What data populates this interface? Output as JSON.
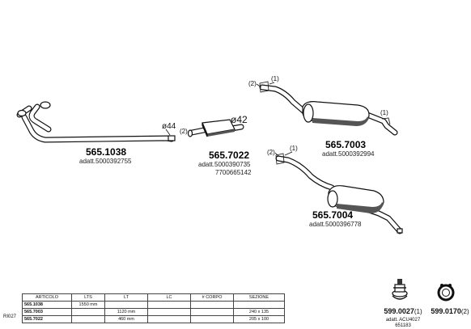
{
  "parts": [
    {
      "code": "565.1038",
      "adatt_label": "adatt.",
      "adatt": "5000392755",
      "diameters": [
        "ø44"
      ]
    },
    {
      "code": "565.7022",
      "adatt_label": "adatt.",
      "adatt": "5000390735",
      "extra_ref": "7700665142",
      "diameters": [
        "ø42"
      ],
      "callouts": [
        "(2)"
      ]
    },
    {
      "code": "565.7003",
      "adatt_label": "adatt.",
      "adatt": "5000392994",
      "callouts": [
        "(2)",
        "(1)",
        "(1)"
      ]
    },
    {
      "code": "565.7004",
      "adatt_label": "adatt.",
      "adatt": "5000396778",
      "callouts": [
        "(2)",
        "(1)"
      ]
    }
  ],
  "table": {
    "headers": [
      "ARTICOLO",
      "LTS",
      "LT",
      "LC",
      "# CORPO",
      "SEZIONE"
    ],
    "rows": [
      {
        "articolo": "565.1038",
        "lts": "1550 mm",
        "lt": "",
        "lc": "",
        "corpo": "",
        "sezione": ""
      },
      {
        "articolo": "565.7003",
        "lts": "",
        "lt": "1120 mm",
        "lc": "",
        "corpo": "",
        "sezione": "240 x 135"
      },
      {
        "articolo": "565.7022",
        "lts": "",
        "lt": "460 mm",
        "lc": "",
        "corpo": "",
        "sezione": "205 x 100"
      }
    ]
  },
  "catalog_code": "RI027",
  "accessories": [
    {
      "code": "599.0027",
      "qty": "(1)",
      "adatt_label": "adatt.",
      "adatt": "ACU4027",
      "ref": "651183",
      "icon": "clamp-bolt-icon"
    },
    {
      "code": "599.0170",
      "qty": "(2)",
      "icon": "rubber-ring-icon"
    }
  ]
}
